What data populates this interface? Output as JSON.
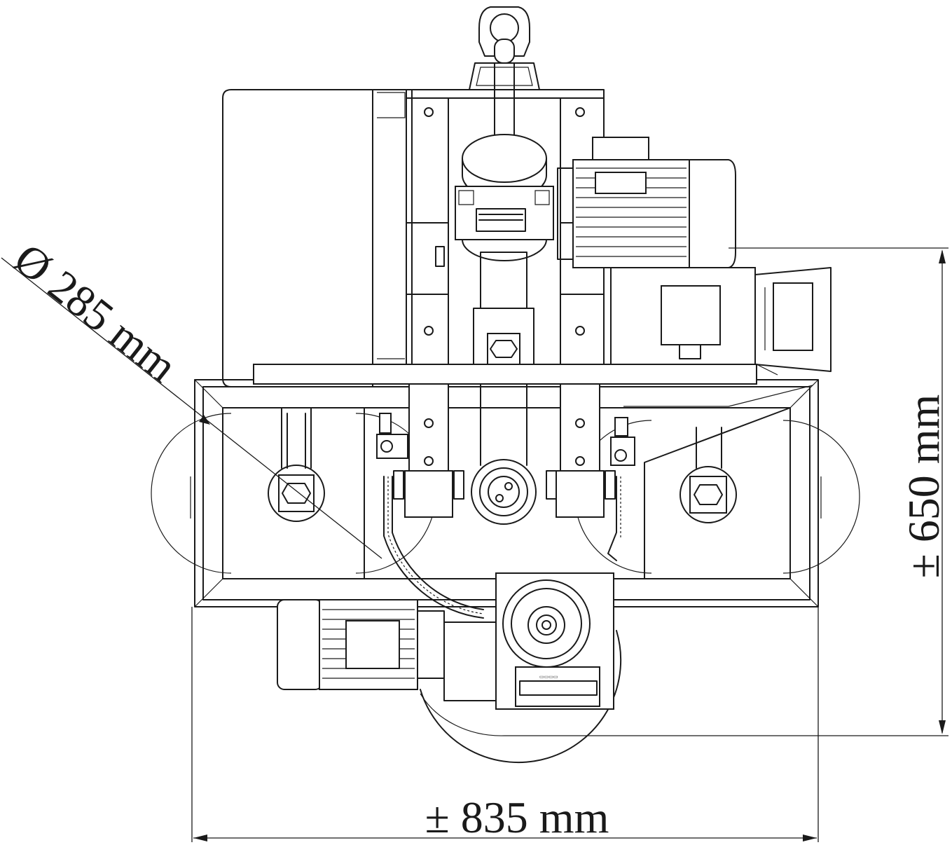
{
  "dimensions": {
    "diameter": "Ø 285 mm",
    "height": "± 650 mm",
    "width": "± 835 mm"
  }
}
